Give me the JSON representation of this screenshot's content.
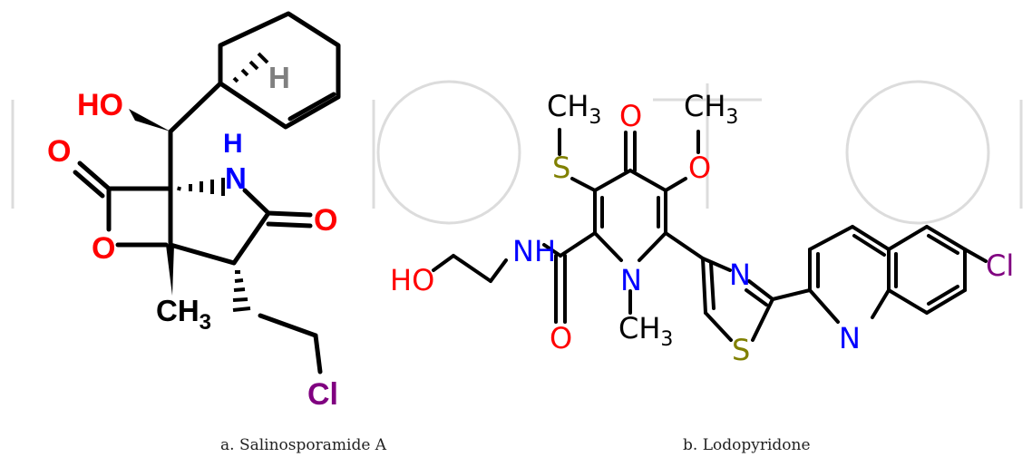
{
  "molecule_a": {
    "caption": "a. Salinosporamide A",
    "labels": {
      "ho": "HO",
      "h_stereo": "H",
      "h_nh": "H",
      "n": "N",
      "o_lactone_carbonyl": "O",
      "o_lactone_ring": "O",
      "o_lactam": "O",
      "ch": "CH",
      "ch_sub": "3",
      "cl": "Cl"
    }
  },
  "molecule_b": {
    "caption": "b. Lodopyridone",
    "labels": {
      "ch_s": "CH",
      "ch_s_sub": "3",
      "ch_o": "CH",
      "ch_o_sub": "3",
      "ch_n": "CH",
      "ch_n_sub": "3",
      "o_keto": "O",
      "s_thio": "S",
      "o_methoxy": "O",
      "nh": "NH",
      "ho": "HO",
      "n_pyridone": "N",
      "o_amide": "O",
      "n_thiazole": "N",
      "s_thiazole": "S",
      "n_quinoline": "N",
      "cl": "Cl"
    }
  },
  "colors": {
    "bond": "#000000",
    "oxygen": "#ff0000",
    "nitrogen": "#0000ff",
    "sulfur": "#808000",
    "chlorine": "#800080",
    "hydrogen_stereo": "#808080",
    "watermark": "#d7d7d7"
  }
}
